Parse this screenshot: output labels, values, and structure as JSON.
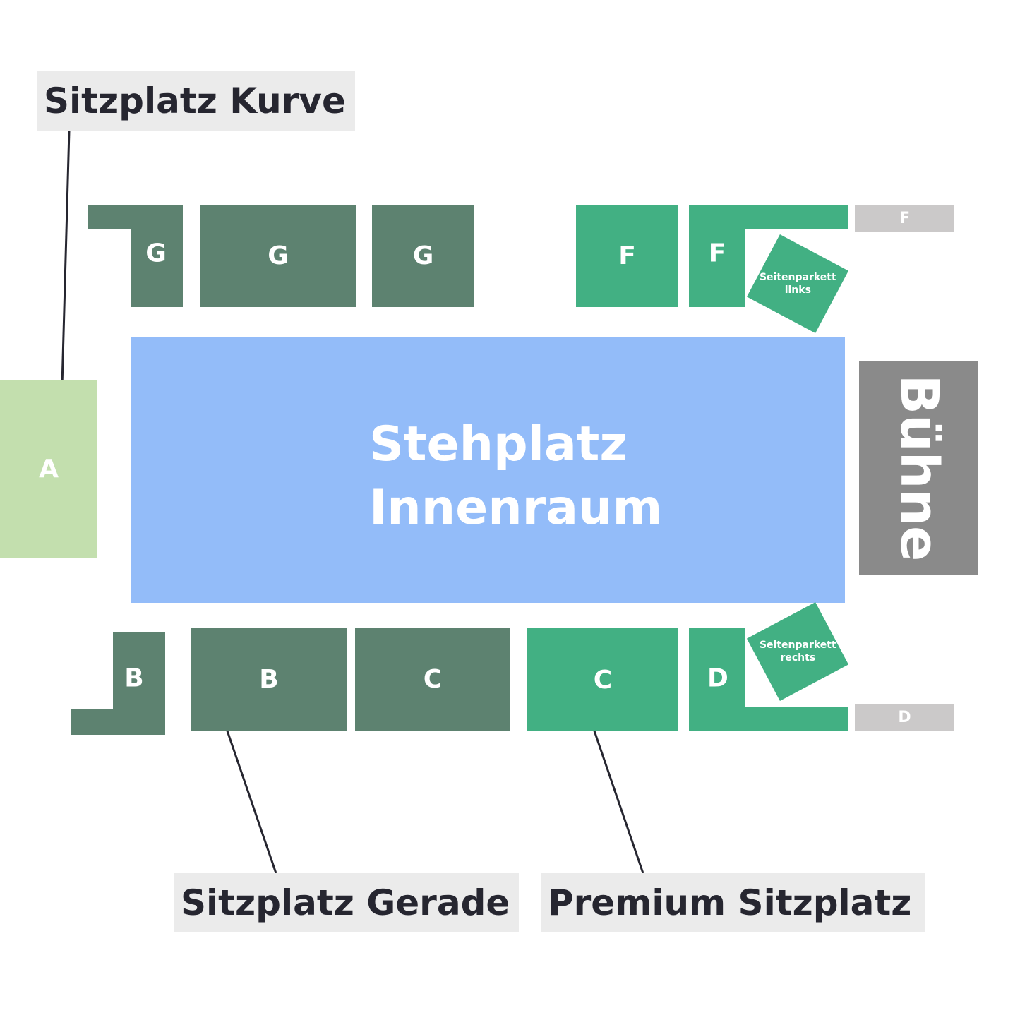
{
  "callouts": {
    "kurve": "Sitzplatz Kurve",
    "gerade": "Sitzplatz Gerade",
    "premium": "Premium Sitzplatz"
  },
  "sections": {
    "g1": "G",
    "g2": "G",
    "g3": "G",
    "f1": "F",
    "f2": "F",
    "f_small": "F",
    "a": "A",
    "b1": "B",
    "b2": "B",
    "c1": "C",
    "c2": "C",
    "d": "D",
    "d_small": "D"
  },
  "side_parquet": {
    "left": [
      "Seitenparkett",
      "links"
    ],
    "right": [
      "Seitenparkett",
      "rechts"
    ]
  },
  "floor": {
    "line1": "Stehplatz",
    "line2": "Innenraum"
  },
  "stage": "Bühne",
  "colors": {
    "seating_straight": "#5d8270",
    "premium": "#42b083",
    "curve": "#c3dfae",
    "floor": "#93bcf9",
    "stage": "#8a8a8a",
    "small_blocks": "#cbc9c9",
    "callout_bg": "#ebebeb"
  }
}
